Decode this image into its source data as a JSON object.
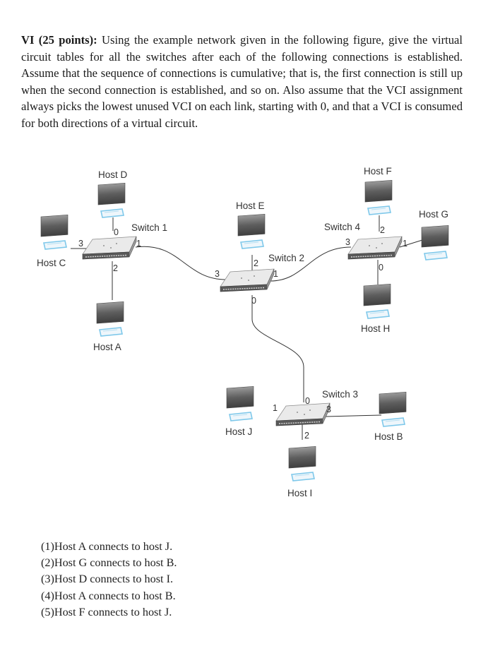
{
  "problem": {
    "heading": "VI (25 points):",
    "text": "Using the example network given in the following figure, give the virtual circuit tables for all the switches after each of the following connections is established. Assume that the sequence of connections is cumulative; that is, the first connection is still up when the second connection is established, and so on. Also assume that the VCI assignment always picks the lowest unused VCI on each link, starting with 0, and that a VCI is consumed for both directions of a virtual circuit."
  },
  "figure": {
    "hosts": {
      "A": "Host A",
      "B": "Host B",
      "C": "Host C",
      "D": "Host D",
      "E": "Host E",
      "F": "Host F",
      "G": "Host G",
      "H": "Host H",
      "I": "Host I",
      "J": "Host J"
    },
    "switches": {
      "s1": "Switch 1",
      "s2": "Switch 2",
      "s3": "Switch 3",
      "s4": "Switch 4"
    },
    "ports": {
      "s1": {
        "p0": "0",
        "p1": "1",
        "p2": "2",
        "p3": "3"
      },
      "s2": {
        "p0": "0",
        "p1": "1",
        "p2": "2",
        "p3": "3"
      },
      "s3": {
        "p0": "0",
        "p1": "1",
        "p2": "2",
        "p3": "3"
      },
      "s4": {
        "p0": "0",
        "p1": "1",
        "p2": "2",
        "p3": "3"
      }
    }
  },
  "connections": [
    "(1)Host A connects to host J.",
    "(2)Host G connects to host B.",
    "(3)Host D connects to host I.",
    "(4)Host A connects to host B.",
    "(5)Host F connects to host J."
  ]
}
